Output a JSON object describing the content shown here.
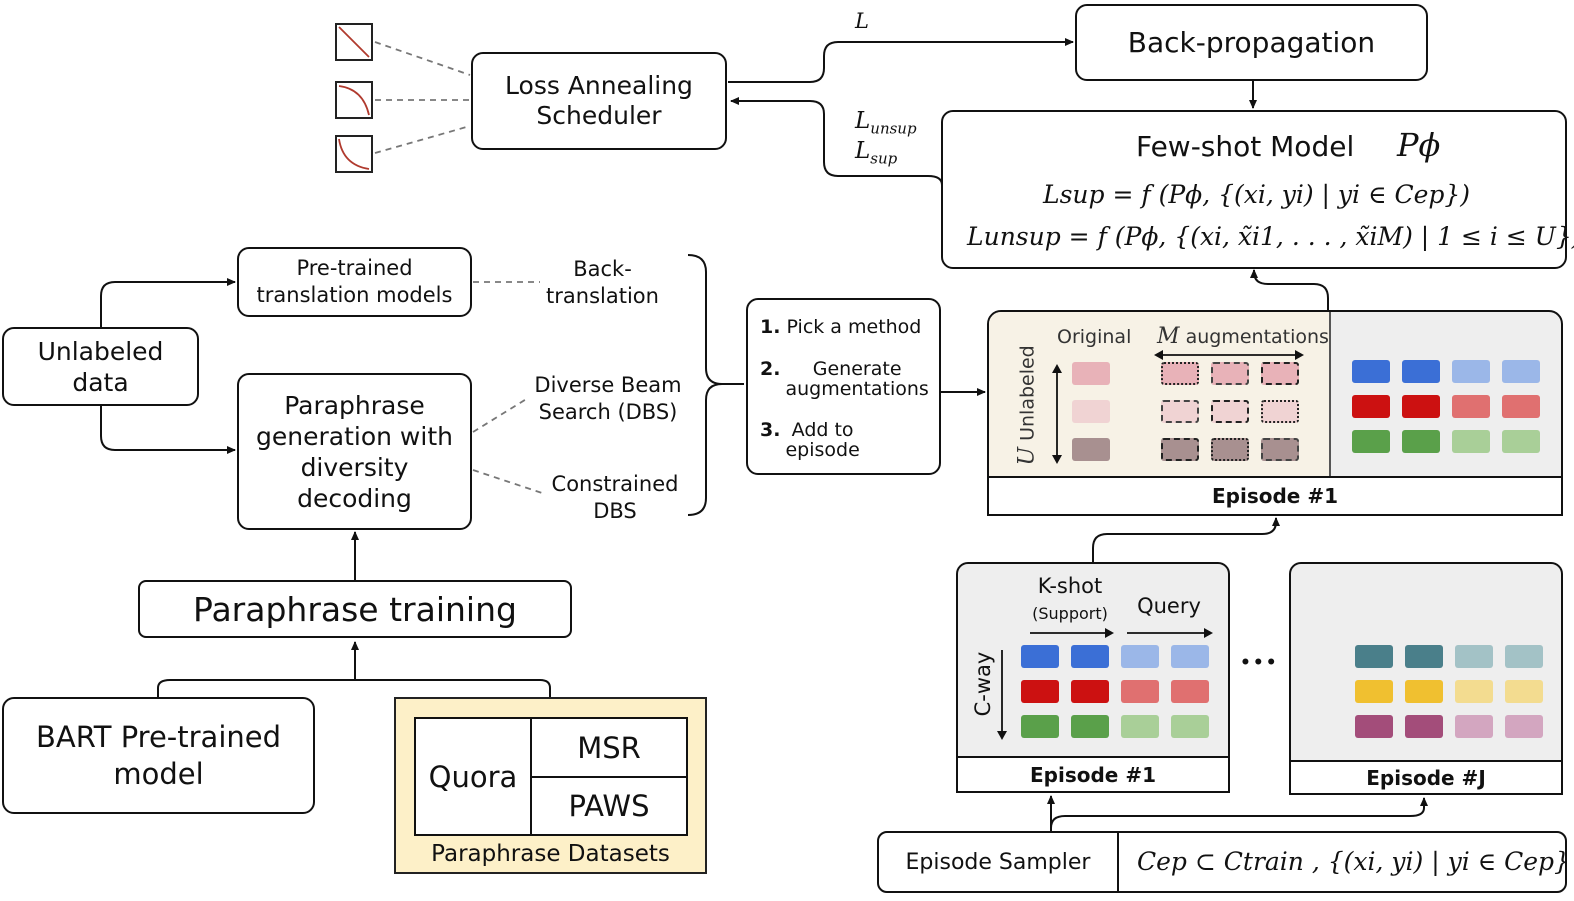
{
  "loss": {
    "L": "L",
    "L_unsup_base": "L",
    "L_unsup_sub": "unsup",
    "L_sup_base": "L",
    "L_sup_sub": "sup"
  },
  "scheduler": {
    "label": "Loss Annealing\nScheduler"
  },
  "backprop": {
    "label": "Back-propagation"
  },
  "fewshot": {
    "title": "Few-shot Model",
    "symbol": "Pϕ",
    "eq_sup": "Lsup = f (Pϕ, {(xi, yi) | yi ∈ Cep})",
    "eq_unsup": "Lunsup = f (Pϕ, {(xi, x̃i1, . . . , x̃iM) | 1 ≤ i ≤ U})"
  },
  "unlabeled": {
    "label": "Unlabeled\ndata"
  },
  "pretrained_translation": {
    "label": "Pre-trained\ntranslation models"
  },
  "paraphrase_gen": {
    "label": "Paraphrase\ngeneration with\ndiversity\ndecoding"
  },
  "methods": {
    "back_translation": "Back-\ntranslation",
    "dbs": "Diverse Beam\nSearch (DBS)",
    "constrained": "Constrained\nDBS"
  },
  "steps": {
    "s1_num": "1.",
    "s1": "Pick a method",
    "s2_num": "2.",
    "s2": "Generate\naugmentations",
    "s3_num": "3.",
    "s3": "Add to\nepisode"
  },
  "paraphrase_training": {
    "label": "Paraphrase training"
  },
  "bart": {
    "label": "BART Pre-trained\nmodel"
  },
  "datasets": {
    "quora": "Quora",
    "msr": "MSR",
    "paws": "PAWS",
    "caption": "Paraphrase Datasets"
  },
  "aug_episode": {
    "original": "Original",
    "m_symbol": "M",
    "augmentations": "augmentations",
    "u_symbol": "U",
    "unlabeled": "Unlabeled",
    "label": "Episode #1"
  },
  "episode1": {
    "kshot": "K-shot",
    "support": "(Support)",
    "query": "Query",
    "cway": "C-way",
    "label": "Episode #1"
  },
  "episodeJ": {
    "label": "Episode #J"
  },
  "ellipsis": "•••",
  "sampler": {
    "label": "Episode Sampler",
    "formula": "Cep ⊂ Ctrain ,  {(xi, yi) | yi ∈ Cep}"
  },
  "colors": {
    "blue": "#3b6fd6",
    "blue_light": "#9bb7e8",
    "red": "#cc1111",
    "red_light": "#e07070",
    "green": "#5aa04a",
    "green_light": "#a9cf98",
    "teal": "#4a7f8a",
    "teal_light": "#a3c2c6",
    "yellow": "#f0c030",
    "yellow_light": "#f3dc90",
    "purple": "#a34d7a",
    "purple_light": "#d3a6c0",
    "pink": "#e8b2b8",
    "pink_pale": "#f0d3d3",
    "mauve": "#a89090",
    "dataset_bg": "#fdf0c8",
    "aug_bg": "#f7f2e6",
    "panel_bg": "#eeeeee",
    "curve": "#b03a2e"
  }
}
